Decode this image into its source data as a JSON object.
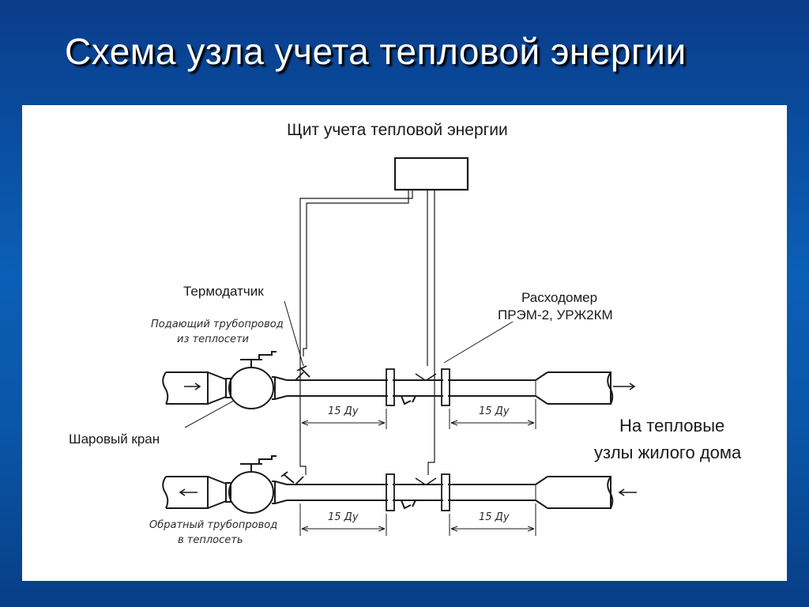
{
  "slide": {
    "title": "Схема узла учета тепловой энергии"
  },
  "diagram": {
    "panel_label": "Щит учета тепловой энергии",
    "thermosensor_label": "Термодатчик",
    "flowmeter_label_line1": "Расходомер",
    "flowmeter_label_line2": "ПРЭМ-2, УРЖ2КМ",
    "supply_pipe_line1": "Подающий трубопровод",
    "supply_pipe_line2": "из теплосети",
    "ball_valve_label": "Шаровый кран",
    "return_pipe_line1": "Обратный трубопровод",
    "return_pipe_line2": "в теплосеть",
    "destination_line1": "На тепловые",
    "destination_line2": "узлы жилого дома",
    "dimension_label": "15 Ду"
  },
  "colors": {
    "background": "#0b5fb6",
    "panel": "#ffffff",
    "ink": "#1a1a1a",
    "title_text": "#ffffff"
  }
}
